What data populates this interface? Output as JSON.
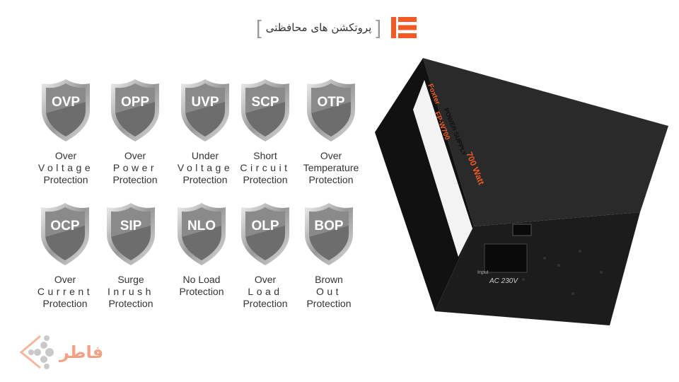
{
  "header": {
    "title": "پروتکشن های محافظتی",
    "open_bracket": "[",
    "close_bracket": "]"
  },
  "colors": {
    "accent": "#f15a24",
    "shield": "#6d6d6d",
    "psu": "#1b1b1b"
  },
  "features": [
    {
      "abbr": "OVP",
      "lines": [
        "Over",
        "Voltage",
        "Protection"
      ],
      "spaced": 1
    },
    {
      "abbr": "OPP",
      "lines": [
        "Over",
        "Power",
        "Protection"
      ],
      "spaced": 1
    },
    {
      "abbr": "UVP",
      "lines": [
        "Under",
        "Voltage",
        "Protection"
      ],
      "spaced": 1
    },
    {
      "abbr": "SCP",
      "lines": [
        "Short",
        "Circuit",
        "Protection"
      ],
      "spaced": 1
    },
    {
      "abbr": "OTP",
      "lines": [
        "Over",
        "Temperature",
        "Protection"
      ],
      "spaced": -1
    },
    {
      "abbr": "OCP",
      "lines": [
        "Over",
        "Current",
        "Protection"
      ],
      "spaced": 1
    },
    {
      "abbr": "SIP",
      "lines": [
        "Surge",
        "Inrush",
        "Protection"
      ],
      "spaced": 1
    },
    {
      "abbr": "NLO",
      "lines": [
        "No Load",
        "Protection",
        ""
      ],
      "spaced": -1
    },
    {
      "abbr": "OLP",
      "lines": [
        "Over",
        "Load",
        "Protection"
      ],
      "spaced": 1
    },
    {
      "abbr": "BOP",
      "lines": [
        "Brown",
        "Out",
        "Protection"
      ],
      "spaced": 1
    }
  ],
  "product": {
    "brand": "Foxter",
    "type": "POWER SUPPLY",
    "model": "FP-W700",
    "watt": "700 Watt",
    "input_label": "Input",
    "input_value": "AC 230V"
  },
  "footer": {
    "logo_text": "فاطر"
  }
}
